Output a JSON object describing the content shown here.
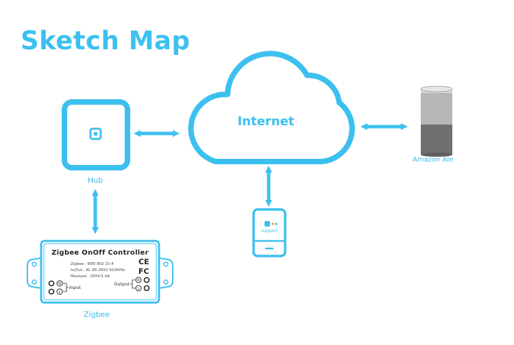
{
  "page": {
    "title": "Sketch Map"
  },
  "diagram": {
    "cloud_label": "Internet",
    "hub_label": "Hub",
    "alexa_label": "Amazon Alexa",
    "zigbee_label": "Zigbee",
    "phone_app_label": "support"
  },
  "controller": {
    "title": "Zigbee OnOff Controller",
    "spec1": "Zigbee : IEEE 802.15.4",
    "spec2": "In/Out : AC 85-265V 50/60Hz",
    "spec3": "Maxload : 250V/1.0A",
    "ce_mark": "CE",
    "fcc_mark": "FC",
    "input_label": "Input",
    "output_label": "Output",
    "n_terminal": "N",
    "l_terminal": "L"
  },
  "colors": {
    "accent": "#3cc0f0",
    "gray": "#9a9a9a",
    "dark_gray": "#707070"
  }
}
